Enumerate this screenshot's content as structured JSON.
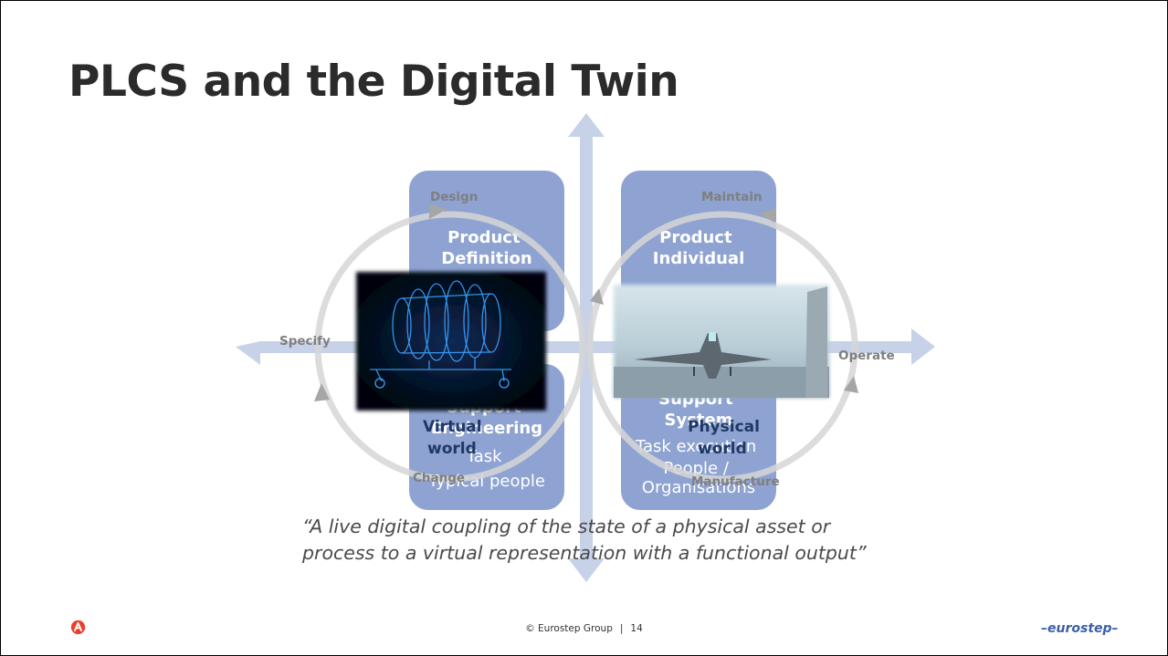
{
  "slide": {
    "title": "PLCS and the Digital Twin",
    "quote": "“A live digital coupling of the state of a physical asset or process to a virtual representation with a functional output”"
  },
  "diagram": {
    "boxes": {
      "product_definition": "Product\nDefinition",
      "product_individual": "Product\nIndividual",
      "support_engineering": "Support\nEngineering",
      "support_engineering_detail": "Task\nTypical people",
      "support_system": "Support\nSystem",
      "support_system_detail": "Task execution\nPeople /\nOrganisations"
    },
    "cycle_labels": {
      "design": "Design",
      "maintain": "Maintain",
      "specify": "Specify",
      "operate": "Operate",
      "change": "Change",
      "manufacture": "Manufacture"
    },
    "worlds": {
      "virtual": "Virtual\nworld",
      "physical": "Physical\nworld"
    },
    "images": {
      "virtual": "engine-wireframe-image",
      "physical": "fighter-jet-on-carrier-image"
    },
    "colors": {
      "box": "#8ea3d1",
      "arrow": "#c7d2e8",
      "ring": "#d0d0d0",
      "label": "#7f7f7f",
      "world_text": "#1f3864"
    }
  },
  "footer": {
    "copyright": "© Eurostep Group",
    "page": "14",
    "brand": "–eurostep–"
  }
}
